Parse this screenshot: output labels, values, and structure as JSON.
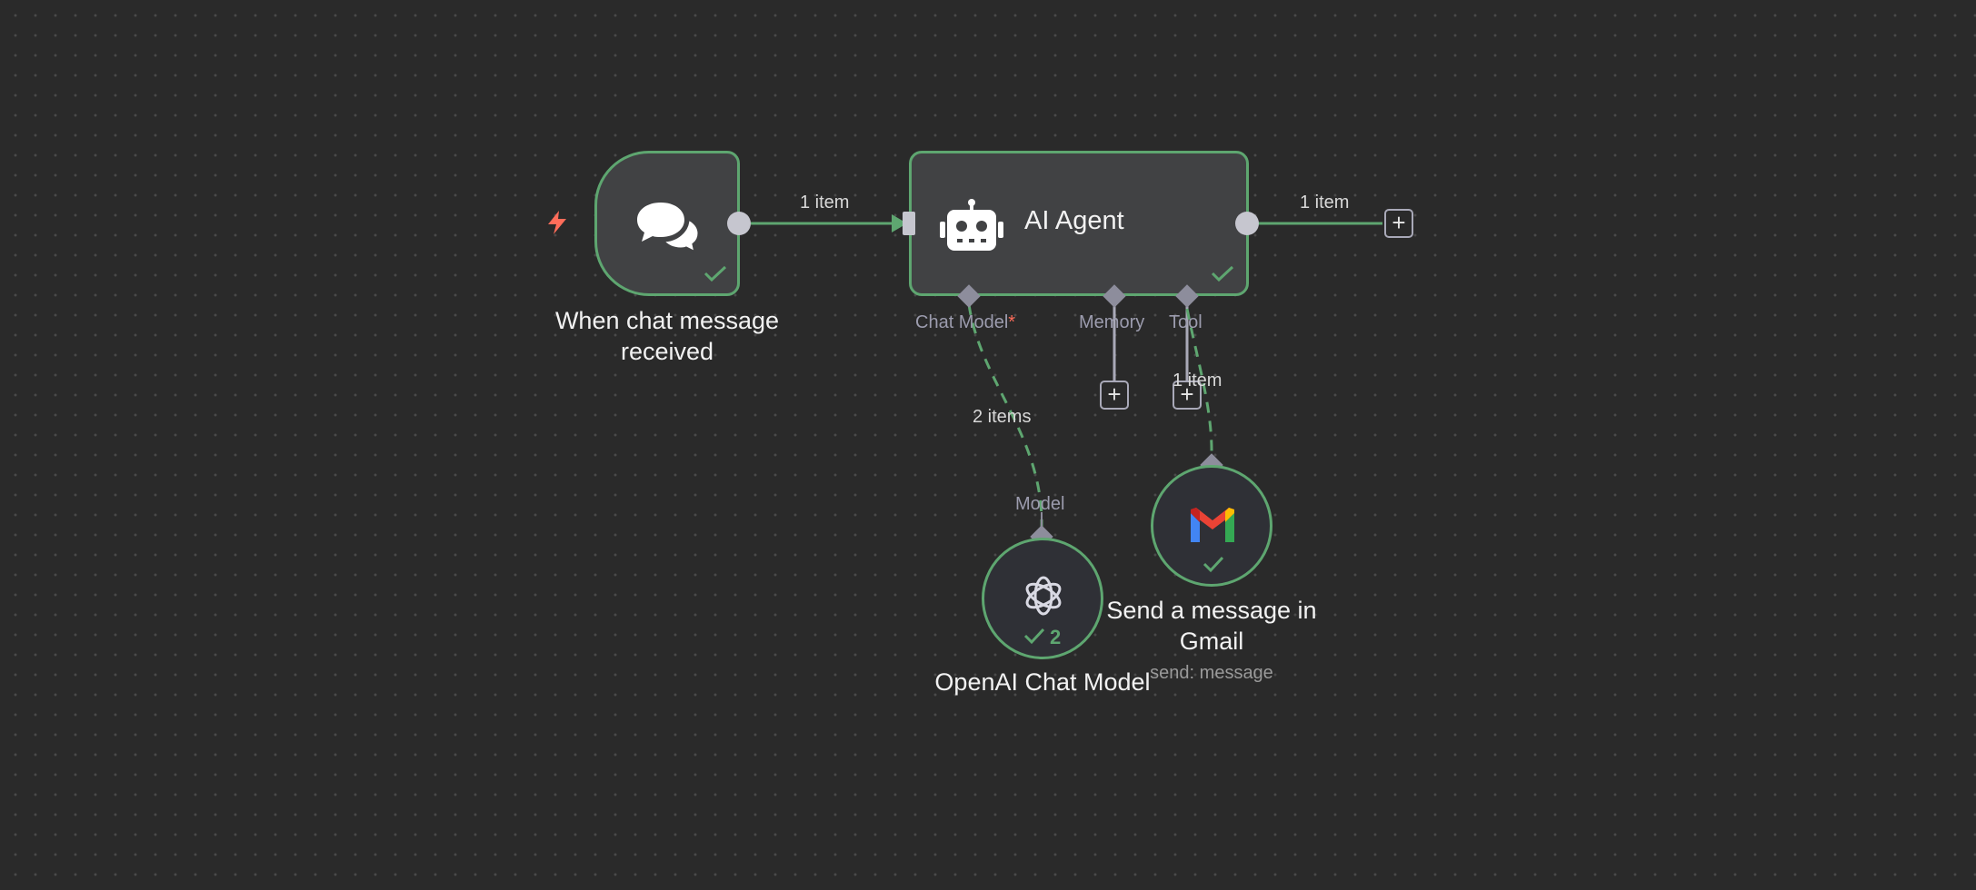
{
  "workflow": {
    "nodes": {
      "trigger": {
        "title": "When chat message received",
        "icon": "chat-bubbles-icon",
        "status": "success"
      },
      "agent": {
        "title": "AI Agent",
        "icon": "robot-icon",
        "status": "success"
      },
      "openai": {
        "title": "OpenAI Chat Model",
        "icon": "openai-icon",
        "status": "success",
        "run_count": "2"
      },
      "gmail": {
        "title": "Send a message in Gmail",
        "subtitle": "send: message",
        "icon": "gmail-icon",
        "status": "success"
      }
    },
    "connections": {
      "trigger_to_agent": "1 item",
      "agent_output": "1 item",
      "openai_to_agent": "2 items",
      "gmail_to_agent": "1 item"
    },
    "agent_ports": {
      "chat_model": "Chat Model",
      "chat_model_required": "*",
      "memory": "Memory",
      "tool": "Tool"
    },
    "openai_port": "Model"
  },
  "colors": {
    "canvas": "#2a2a2a",
    "success": "#5ea670",
    "node": "#414244",
    "trigger_bolt": "#ff6d5a"
  },
  "add_button_glyph": "+"
}
